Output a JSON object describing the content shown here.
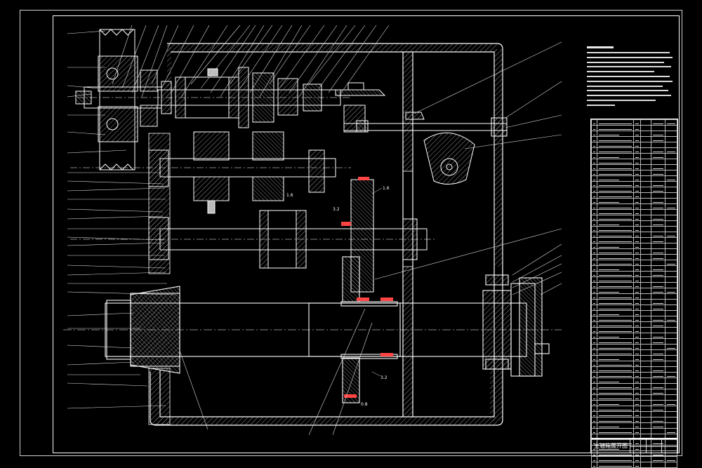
{
  "sheet": {
    "title": "主轴箱展开图",
    "background_color": "#000000",
    "line_color": "#ffffff",
    "highlight_color": "#ff3333",
    "hatch_color": "#bfbfbf"
  },
  "notes": {
    "heading_present": true,
    "line_count": 12
  },
  "callouts": [
    {
      "key": "1.6-top",
      "text": "1.6"
    },
    {
      "key": "3.2-mid",
      "text": "3.2"
    },
    {
      "key": "1.6-small",
      "text": "1.6"
    },
    {
      "key": "3.2-low",
      "text": "3.2"
    },
    {
      "key": "0.8-bottom",
      "text": "0.8"
    }
  ],
  "parts_list": {
    "row_count": 62,
    "column_count": 6
  }
}
